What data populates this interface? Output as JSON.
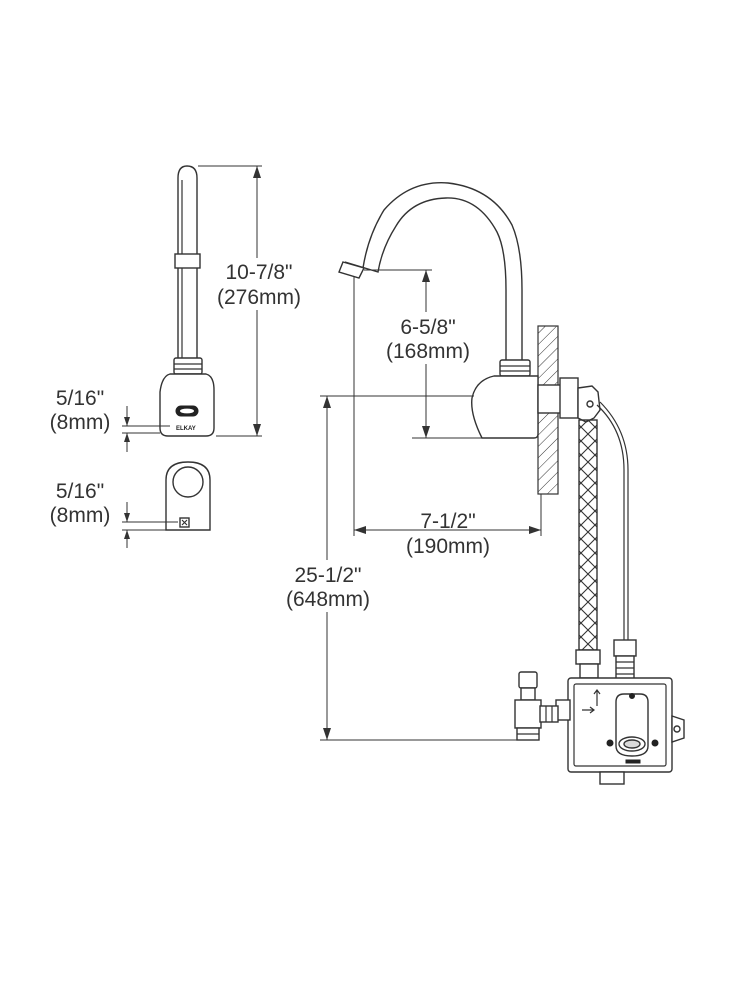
{
  "dimensions": {
    "spout_height": {
      "imperial": "10-7/8\"",
      "metric": "(276mm)"
    },
    "sensor_offset_side": {
      "imperial": "5/16\"",
      "metric": "(8mm)"
    },
    "sensor_offset_front": {
      "imperial": "5/16\"",
      "metric": "(8mm)"
    },
    "outlet_clearance": {
      "imperial": "6-5/8\"",
      "metric": "(168mm)"
    },
    "spout_reach": {
      "imperial": "7-1/2\"",
      "metric": "(190mm)"
    },
    "overall_drop": {
      "imperial": "25-1/2\"",
      "metric": "(648mm)"
    }
  },
  "brand_mark": "ELKAY"
}
